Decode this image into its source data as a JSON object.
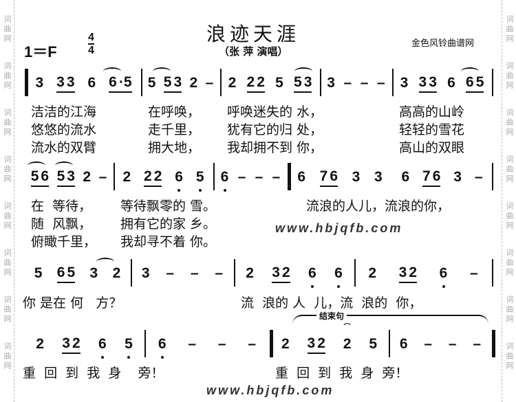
{
  "header": {
    "title": "浪迹天涯",
    "singer": "（张 萍 演唱）",
    "key": "1＝F",
    "time_top": "4",
    "time_bottom": "4",
    "site": "金色风铃曲谱网",
    "side_mark": "词曲网",
    "watermark": "www.hbjqfb.com",
    "ending_label": "结束句"
  },
  "rows": [
    {
      "measures": [
        [
          {
            "n": "3"
          },
          {
            "g": [
              "3",
              "3"
            ],
            "u": 1
          },
          {
            "n": "6"
          },
          {
            "g": [
              "6",
              "·5"
            ],
            "u": 1
          }
        ],
        [
          {
            "n": "5"
          },
          {
            "g": [
              "5",
              "3"
            ],
            "u": 1
          },
          {
            "n": "2"
          },
          {
            "n": "–"
          }
        ],
        [
          {
            "n": "2"
          },
          {
            "g": [
              "2",
              "2"
            ],
            "u": 1
          },
          {
            "n": "5"
          },
          {
            "g": [
              "5",
              "3"
            ],
            "u": 1
          }
        ],
        [
          {
            "n": "3"
          },
          {
            "n": "–"
          },
          {
            "n": "–"
          },
          {
            "n": "–"
          }
        ],
        [
          {
            "n": "3"
          },
          {
            "g": [
              "3",
              "3"
            ],
            "u": 1
          },
          {
            "n": "6"
          },
          {
            "g": [
              "6",
              "5"
            ],
            "u": 1
          }
        ]
      ]
    },
    {
      "measures": [
        [
          {
            "g": [
              "5",
              "6"
            ],
            "u": 1
          },
          {
            "g": [
              "5",
              "3"
            ],
            "u": 1
          },
          {
            "n": "2"
          },
          {
            "n": "–"
          }
        ],
        [
          {
            "n": "2"
          },
          {
            "g": [
              "2",
              "2"
            ],
            "u": 1
          },
          {
            "n": "6",
            "d": 1
          },
          {
            "n": "5",
            "d": 1
          }
        ],
        [
          {
            "n": "6",
            "d": 1
          },
          {
            "n": "–"
          },
          {
            "n": "–"
          },
          {
            "n": "–"
          }
        ],
        [
          {
            "n": "6"
          },
          {
            "g": [
              "7",
              "6"
            ],
            "u": 1
          },
          {
            "n": "3"
          },
          {
            "n": "3"
          }
        ],
        [
          {
            "n": "6"
          },
          {
            "g": [
              "7",
              "6"
            ],
            "u": 1
          },
          {
            "n": "3"
          },
          {
            "n": "–"
          }
        ]
      ]
    },
    {
      "measures": [
        [
          {
            "n": "5"
          },
          {
            "g": [
              "6",
              "5"
            ],
            "u": 1
          },
          {
            "n": "3"
          },
          {
            "n": "2"
          }
        ],
        [
          {
            "n": "3"
          },
          {
            "n": "–"
          },
          {
            "n": "–"
          },
          {
            "n": "–"
          }
        ],
        [
          {
            "n": "2"
          },
          {
            "g": [
              "3",
              "2"
            ],
            "u": 1
          },
          {
            "n": "6",
            "d": 1
          },
          {
            "n": "6",
            "d": 1
          }
        ],
        [
          {
            "n": "2"
          },
          {
            "g": [
              "3",
              "2"
            ],
            "u": 1
          },
          {
            "n": "6",
            "d": 1
          },
          {
            "n": "–"
          }
        ]
      ]
    },
    {
      "measures": [
        [
          {
            "n": "2"
          },
          {
            "g": [
              "3",
              "2"
            ],
            "u": 1
          },
          {
            "n": "6",
            "d": 1
          },
          {
            "n": "5",
            "d": 1
          }
        ],
        [
          {
            "n": "6",
            "d": 1
          },
          {
            "n": "–"
          },
          {
            "n": "–"
          },
          {
            "n": "–"
          }
        ],
        [
          {
            "n": "2"
          },
          {
            "g": [
              "3",
              "2"
            ],
            "u": 1
          },
          {
            "n": "2",
            "f": 1
          },
          {
            "n": "5"
          }
        ],
        [
          {
            "n": "6"
          },
          {
            "n": "–"
          },
          {
            "n": "–"
          },
          {
            "n": "–"
          }
        ]
      ]
    }
  ],
  "lyrics": {
    "r1": [
      [
        "洁洁的江海",
        "在呼唤，",
        "呼唤迷失的 水，",
        "高高的山岭"
      ],
      [
        "悠悠的流水",
        "走千里，",
        "犹有它的归 处，",
        "轻轻的雪花"
      ],
      [
        "流水的双臂",
        "拥大地，",
        "我却拥不到 你，",
        "高山的双眼"
      ]
    ],
    "r2": [
      [
        "在  等待，",
        "等待飘零的 雪。",
        "流浪的人儿，流浪的你，"
      ],
      [
        "随  风飘，",
        "拥有它的家 乡。"
      ],
      [
        "俯瞰千里，",
        "我却寻不着 你。"
      ]
    ],
    "r3": [
      "你 是在 何   方？",
      "流  浪的 人  儿，流  浪的  你，"
    ],
    "r4": [
      "重  回  到  我  身    旁！",
      "重  回  到  我  身  旁！"
    ]
  }
}
